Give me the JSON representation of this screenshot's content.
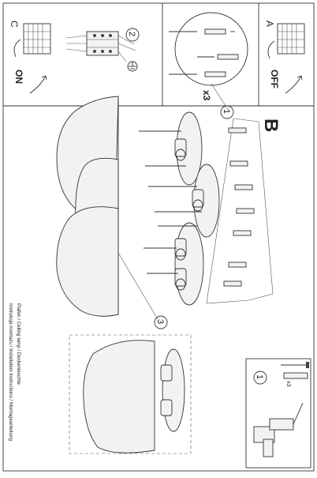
{
  "panel_a": {
    "letter": "A",
    "switch_state": "OFF"
  },
  "panel_c": {
    "letter": "C",
    "switch_state": "ON"
  },
  "panel_b": {
    "letter": "B"
  },
  "steps": {
    "one": "1",
    "two": "2",
    "three": "3"
  },
  "quantity": "x3",
  "tools_panel": {
    "step": "1",
    "quantity": "x3"
  },
  "instructions": {
    "line1": "Instrukcja montażu / Installation instructions / Montageanleitung",
    "line2": "Plafon / Ceiling lamp / Deckenleuchte"
  },
  "icons": [
    "terminal-block-icon",
    "hand-icon",
    "screw-icon",
    "wall-plug-icon",
    "drill-icon",
    "ground-symbol-icon",
    "wire-connector-icon"
  ]
}
